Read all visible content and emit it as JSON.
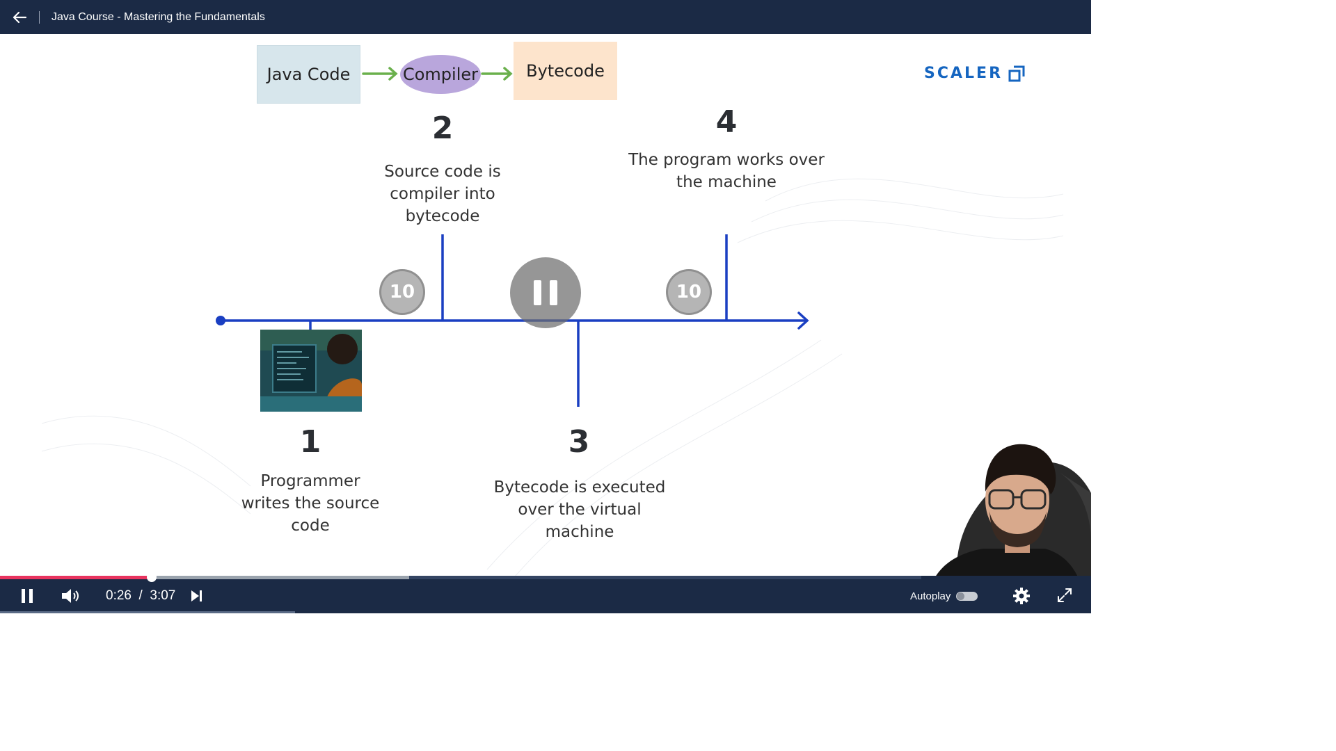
{
  "header": {
    "back_icon": "arrow-left-icon",
    "title": "Java Course - Mastering the Fundamentals"
  },
  "slide": {
    "flow": {
      "java_code": "Java Code",
      "compiler": "Compiler",
      "bytecode": "Bytecode"
    },
    "logo_text": "SCALER",
    "steps": [
      {
        "number": "1",
        "text": "Programmer writes the source code"
      },
      {
        "number": "2",
        "text": "Source code is compiler into bytecode"
      },
      {
        "number": "3",
        "text": "Bytecode is executed over the virtual machine"
      },
      {
        "number": "4",
        "text": "The program works over the machine"
      }
    ],
    "overlay": {
      "rewind_label": "10",
      "forward_label": "10",
      "rewind_icon": "rewind-10-icon",
      "forward_icon": "forward-10-icon",
      "pause_icon": "pause-icon"
    }
  },
  "player": {
    "progress_fraction": 0.139,
    "buffered_fraction": 0.375,
    "current_time": "0:26",
    "separator": "/",
    "duration": "3:07",
    "autoplay_label": "Autoplay",
    "autoplay_on": false,
    "colors": {
      "progress": "#e8345f",
      "bar": "#1b2a45",
      "timeline": "#1a3fc2"
    }
  }
}
